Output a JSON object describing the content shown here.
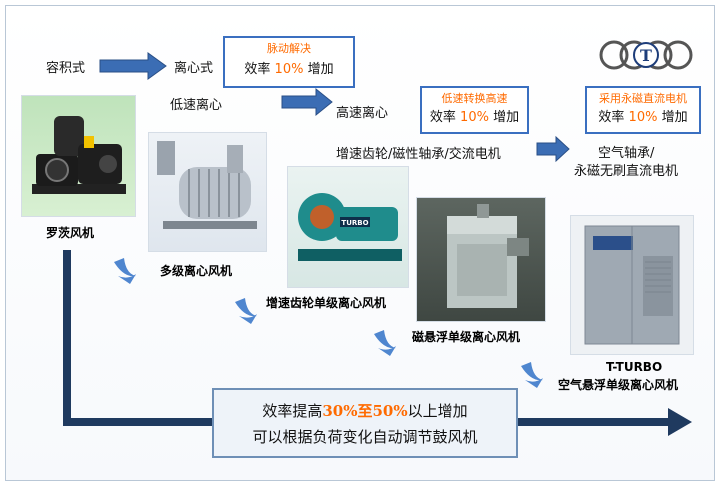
{
  "labels": {
    "positive_displacement": "容积式",
    "centrifugal": "离心式",
    "low_speed_centrifugal": "低速离心",
    "high_speed_centrifugal": "高速离心",
    "gear_bearing_motor": "增速齿轮/磁性轴承/交流电机",
    "air_bearing": "空气轴承/",
    "pm_brushless_dc": "永磁无刷直流电机"
  },
  "boxes": [
    {
      "title": "脉动解决",
      "efficiency_prefix": "效率",
      "pct": "10%",
      "suffix": "增加"
    },
    {
      "title": "低速转换高速",
      "efficiency_prefix": "效率",
      "pct": "10%",
      "suffix": "增加"
    },
    {
      "title": "采用永磁直流电机",
      "efficiency_prefix": "效率",
      "pct": "10%",
      "suffix": "增加"
    }
  ],
  "captions": {
    "roots": "罗茨风机",
    "multistage": "多级离心风机",
    "gear_single": "增速齿轮单级离心风机",
    "maglev_single": "磁悬浮单级离心风机",
    "tturbo_brand": "T-TURBO",
    "air_bearing_single": "空气悬浮单级离心风机"
  },
  "nameplate": {
    "turbo": "TURBO"
  },
  "logo": {
    "letter": "T"
  },
  "bottom": {
    "line1_a": "效率提高",
    "line1_hl": "30%至50%",
    "line1_b": "以上增加",
    "line2": "可以根据负荷变化自动调节鼓风机"
  },
  "colors": {
    "arrow_fill": "#3b6db4",
    "arrow_stroke": "#2a4f86",
    "bottom_arrow": "#1f3a5f",
    "box_border": "#3a6fc0",
    "highlight": "#ff6a00"
  }
}
